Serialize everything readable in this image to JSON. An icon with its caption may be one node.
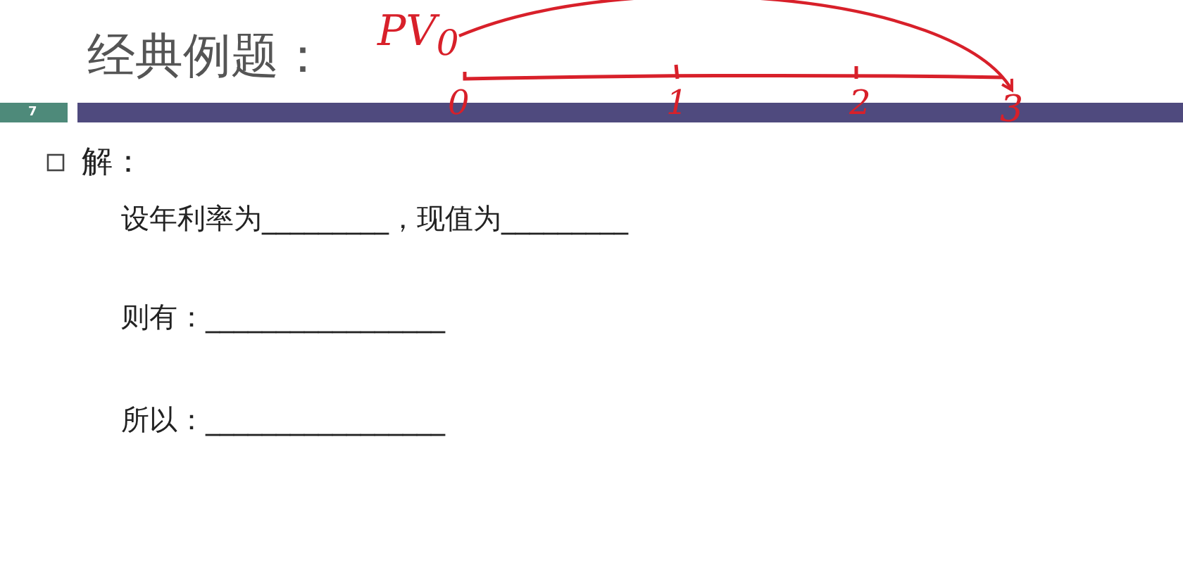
{
  "diagram": {
    "title": "经典例题：",
    "nodes": [
      {
        "text": [
          "PV$_{0}$"
        ]
      },
      {
        "text": [
          "3"
        ]
      }
    ],
    "edges": [
      {
        "from": 0,
        "to": 1,
        "arrow": "to"
      }
    ],
    "labels": [
      "7",
      "0",
      "1",
      "2",
      "解：",
      "设年利率为_________，现值为_________",
      "则有：_________________",
      "所以：_________________"
    ]
  }
}
